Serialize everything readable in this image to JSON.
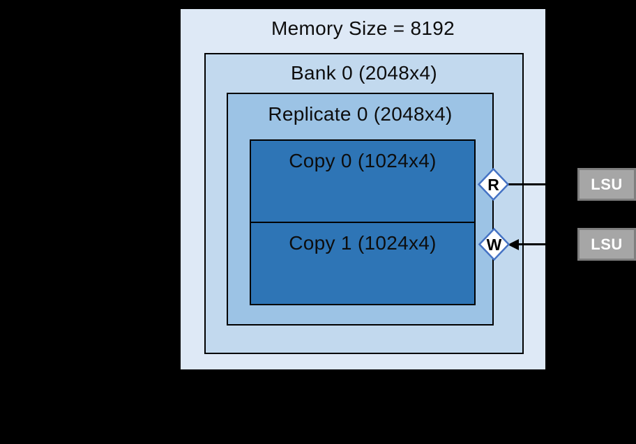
{
  "background_color": "#000000",
  "diagram": {
    "memory_box": {
      "label": "Memory Size = 8192",
      "fill": "#dee9f6"
    },
    "bank_box": {
      "label": "Bank 0 (2048x4)",
      "fill": "#c2d9ee"
    },
    "replicate_box": {
      "label": "Replicate 0 (2048x4)",
      "fill": "#9cc3e5"
    },
    "copy_boxes": [
      {
        "label": "Copy 0 (1024x4)",
        "fill": "#2e75b6"
      },
      {
        "label": "Copy 1 (1024x4)",
        "fill": "#2e75b6"
      }
    ],
    "ports": {
      "read": {
        "label": "R"
      },
      "write": {
        "label": "W"
      }
    },
    "lsu_units": [
      {
        "label": "LSU"
      },
      {
        "label": "LSU"
      }
    ],
    "colors": {
      "port_fill": "#ffffff",
      "port_border": "#4472c4",
      "connector_line": "#000000",
      "box_border": "#000000",
      "text": "#0d0d0d",
      "lsu_fill": "#a6a6a6",
      "lsu_border": "#7f7f7f",
      "lsu_text": "#ffffff"
    }
  }
}
